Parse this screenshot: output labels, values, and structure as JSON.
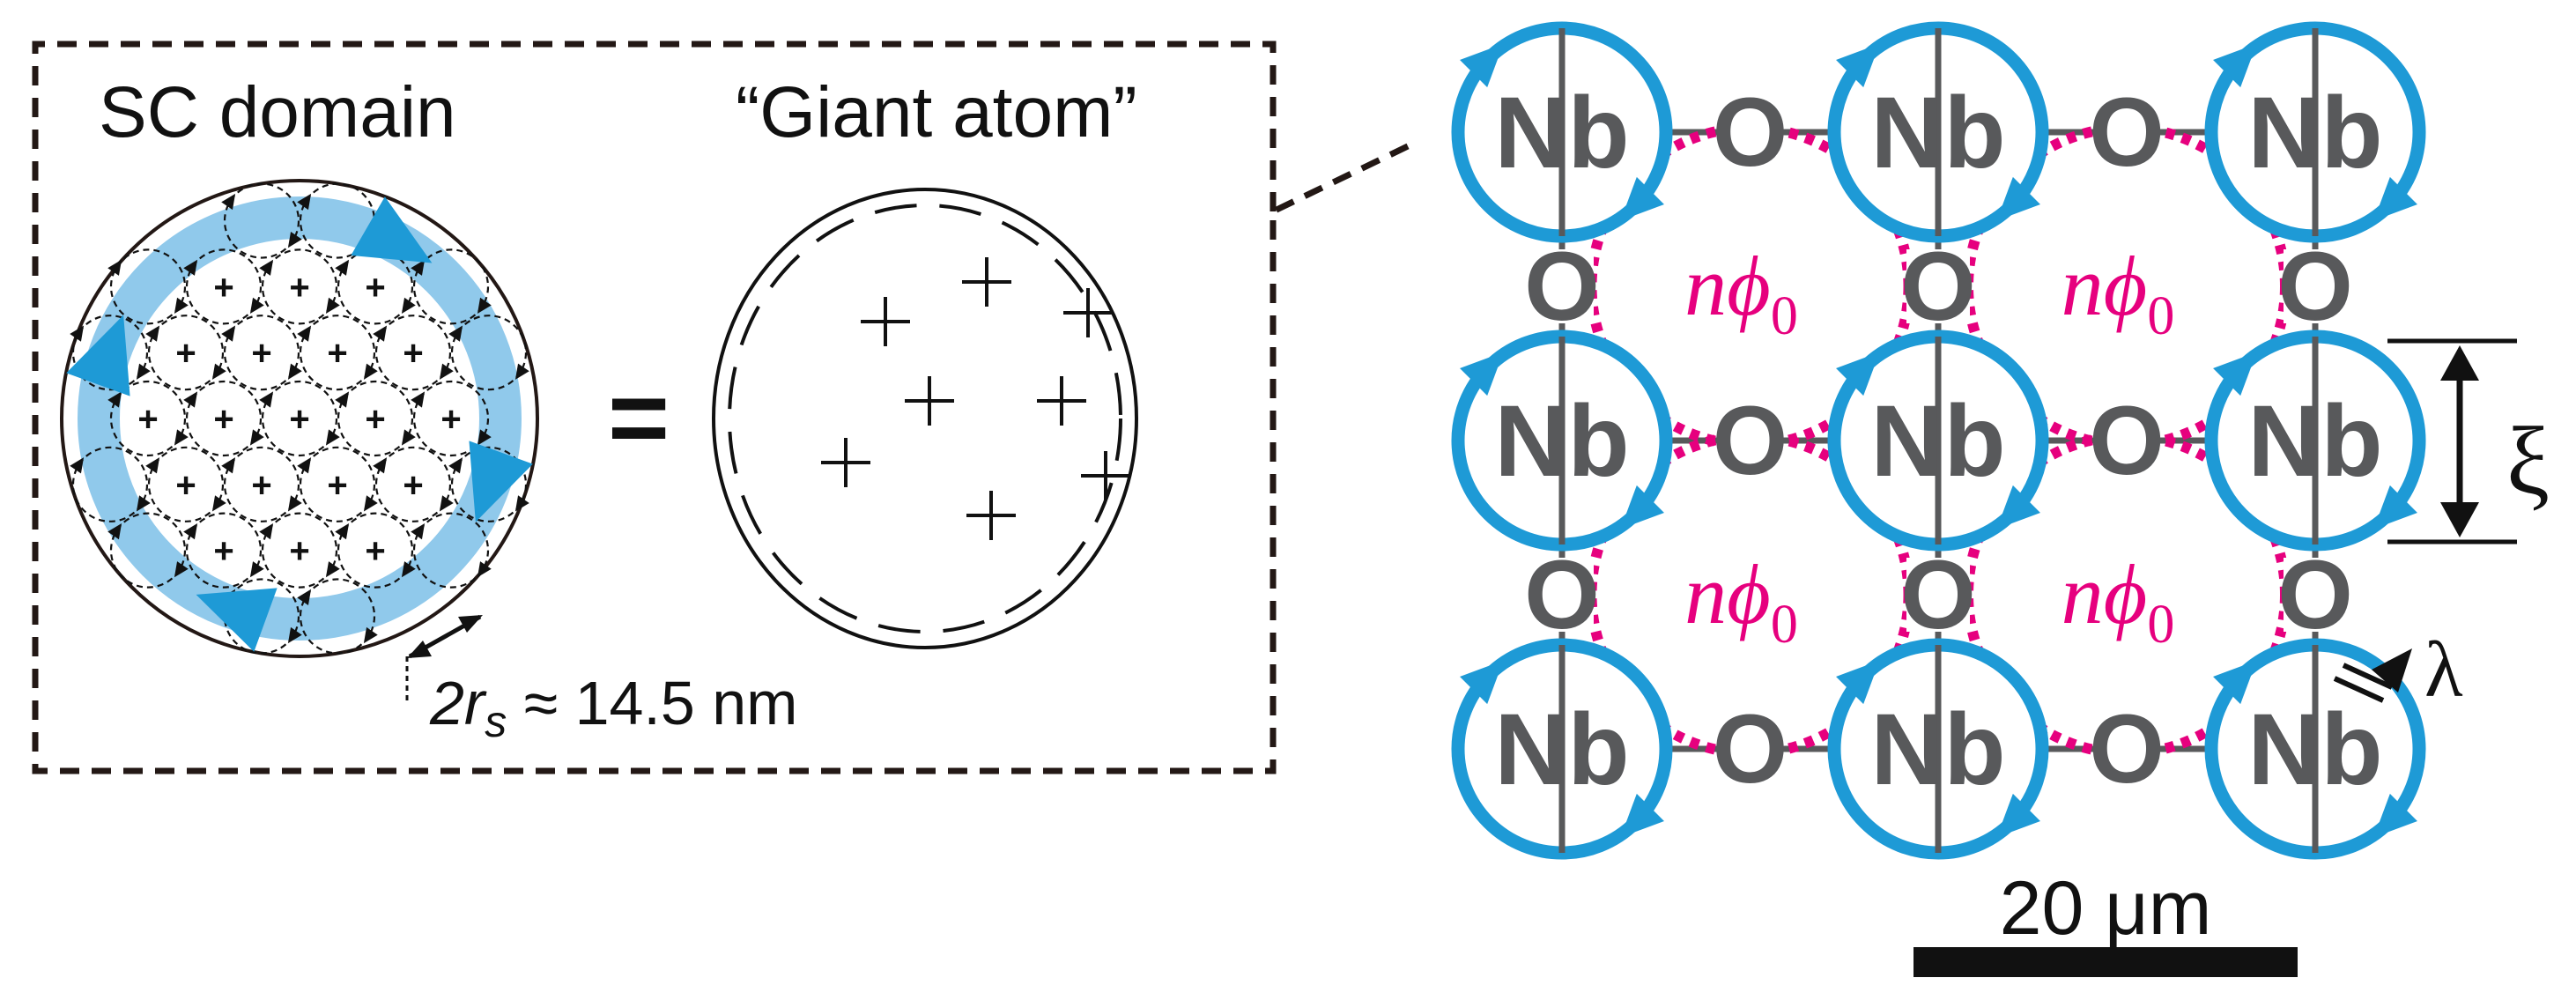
{
  "left_panel": {
    "sc_domain_label": "SC domain",
    "equals_sign": "=",
    "giant_atom_label": "“Giant atom”",
    "size_label_var": "2r",
    "size_label_sub": "s",
    "size_label_value": " ≈ 14.5 nm",
    "plus_sign": "+"
  },
  "lattice": {
    "nb_label": "Nb",
    "o_label": "O",
    "flux_n": "n",
    "flux_phi": "ϕ",
    "flux_sub": "0",
    "xi_label": "ξ",
    "lambda_label": "λ",
    "scale_bar_label": "20 μm"
  },
  "colors": {
    "blue_ring": "#1e9ad6",
    "light_blue": "#8ac6ea",
    "magenta": "#e6007e",
    "gray": "#58595b",
    "black": "#111111"
  },
  "icons": {
    "vortex": "circular-arrow-ring",
    "flux": "dotted-flux-loop"
  }
}
